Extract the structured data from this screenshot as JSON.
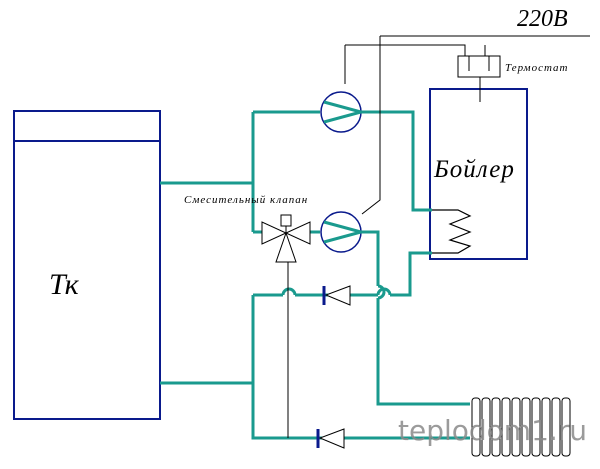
{
  "labels": {
    "voltage": "220В",
    "thermostat": "Термостат",
    "boiler": "Бойлер",
    "mixing_valve": "Смесительный клапан",
    "tank": "Тк",
    "watermark": "teplodom1.ru"
  },
  "colors": {
    "pipe": "#1a9a8e",
    "outline": "#0a1a8c",
    "wire": "#000000",
    "check_valve_fill": "#0a1a8c",
    "watermark": "#8a8a8a"
  },
  "icons": {
    "pump": "circulation-pump-icon",
    "mixing_valve": "three-way-valve-icon",
    "check_valve": "check-valve-icon",
    "radiator": "radiator-icon",
    "coil": "heat-exchanger-coil-icon",
    "thermostat": "thermostat-icon"
  }
}
